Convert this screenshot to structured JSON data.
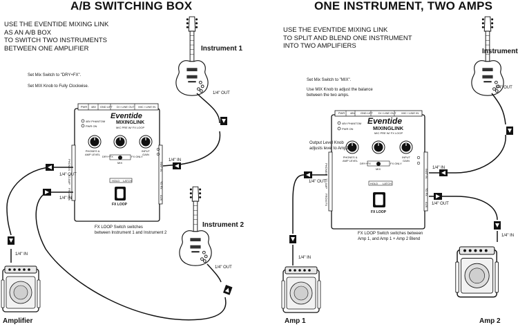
{
  "left": {
    "title": "A/B SWITCHING BOX",
    "description": "USE THE EVENTIDE MIXING LINK\nAS AN A/B BOX\nTO SWITCH TWO INSTRUMENTS\nBETWEEN ONE AMPLIFIER",
    "note1": "Set Mix Switch to \"DRY+FX\".",
    "note2": "Set MIX Knob to Fully Clockwise.",
    "instrument1": "Instrument 1",
    "instrument2": "Instrument 2",
    "amplifier": "Amplifier",
    "out1": "1/4\" OUT",
    "out2": "1/4\" OUT",
    "in_pedal": "1/4\" IN",
    "pedal_out": "1/4\" OUT",
    "pedal_in": "1/4\" IN",
    "amp_in": "1/4\" IN",
    "fxloop_note": "FX LOOP Switch switches\nbetween Instrument 1 and Instrument 2"
  },
  "right": {
    "title": "ONE INSTRUMENT, TWO AMPS",
    "description": "USE THE EVENTIDE MIXING LINK\nTO SPLIT AND BLEND ONE INSTRUMENT\nINTO TWO AMPLIFIERS",
    "note1": "Set Mix Switch to \"MIX\".",
    "note2": "Use MIX Knob to adjust the balance\nbetween the two amps.",
    "output_note": "Output Level Knob\nadjusts level to Amp1.",
    "instrument": "Instrument",
    "amp1": "Amp 1",
    "amp2": "Amp 2",
    "inst_out": "1/4\" OUT",
    "pedal_in": "1/4\" IN",
    "amp1_out": "1/4\" OUT",
    "amp2_out": "1/4\" OUT",
    "amp1_in": "1/4\" IN",
    "amp2_in": "1/4\" IN",
    "fxloop_note": "FX LOOP Switch switches between\nAmp 1, and Amp 1 + Amp 2 Blend"
  },
  "pedal": {
    "brand": "Eventide",
    "model": "MIXINGLINK",
    "subtitle": "MIC PRE W/ FX LOOP",
    "top_ports": [
      "PWR",
      "48V",
      "GND LIFT",
      "DI / LINE OUT",
      "MIC / LINE IN"
    ],
    "led1": "48V PHANTOM",
    "led2": "PWR ON",
    "knob1": "PHONES &\nAMP LEVEL",
    "knob2": "INPUT\nGAIN",
    "switch_left": "DRY+FX",
    "switch_right": "FX ONLY",
    "mix": "MIX",
    "hold": "HOLD",
    "latch": "LATCH",
    "fxloop": "FX LOOP",
    "left_ports": [
      "PHONES",
      "TO AMP",
      "FROM FX"
    ],
    "right_ports": [
      "INST IN",
      "TO FX",
      "AUX"
    ]
  }
}
